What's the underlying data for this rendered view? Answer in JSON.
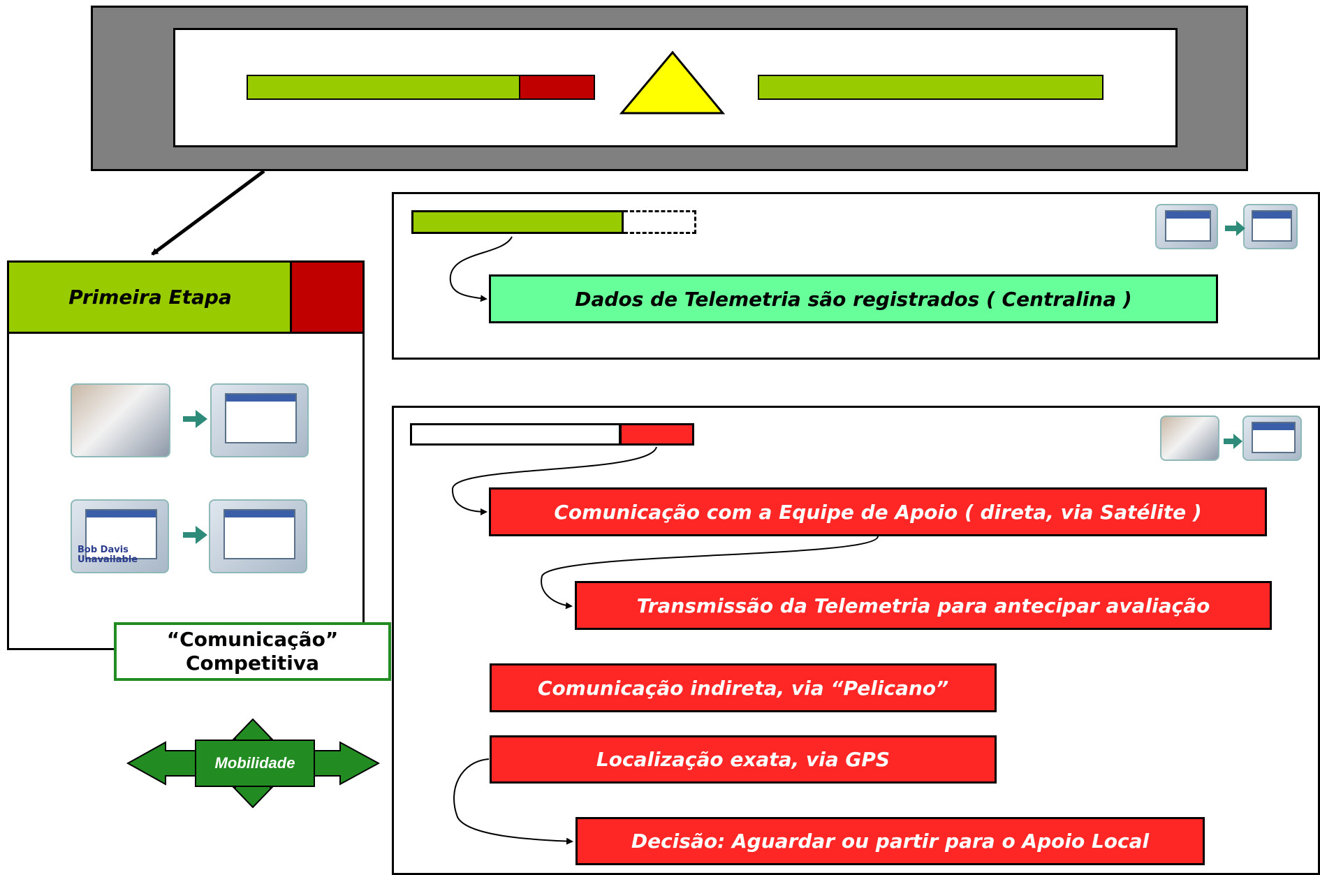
{
  "stage": {
    "title": "Primeira Etapa"
  },
  "competitive": {
    "line1": "“Comunicação”",
    "line2": "Competitiva"
  },
  "mobility": {
    "label": "Mobilidade"
  },
  "thumbnails": {
    "unavailable_caption": "Bob Davis Unavailable"
  },
  "boxes": {
    "telemetry_recorded": "Dados de Telemetria são registrados  ( Centralina )",
    "support_team": "Comunicação com a Equipe de Apoio  ( direta, via Satélite )",
    "telemetry_transmission": "Transmissão da Telemetria para antecipar avaliação",
    "indirect": "Comunicação indireta, via “Pelicano”",
    "gps": "Localização exata, via GPS",
    "decision": "Decisão:  Aguardar ou partir para o Apoio Local"
  },
  "colors": {
    "green": "#99cc00",
    "dark_red": "#c00000",
    "red": "#ff2626",
    "mint": "#66ff99",
    "yellow": "#ffff00",
    "forest": "#228b22"
  }
}
